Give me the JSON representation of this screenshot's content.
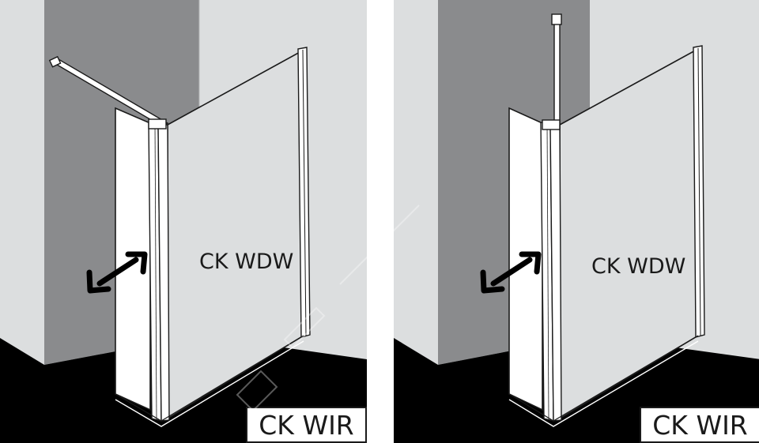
{
  "colors": {
    "background": "#dcdedf",
    "dark_wall": "#8a8b8d",
    "floor": "#000000",
    "glass": "#dcdedf",
    "outline": "#1a1a1a",
    "watermark": "#e6e8ea"
  },
  "panels": [
    {
      "wall_label": "CK WDW",
      "product_label": "CK WIR"
    },
    {
      "wall_label": "CK WDW",
      "product_label": "CK WIR"
    }
  ],
  "icons": [
    "double-headed-arrow-icon"
  ]
}
